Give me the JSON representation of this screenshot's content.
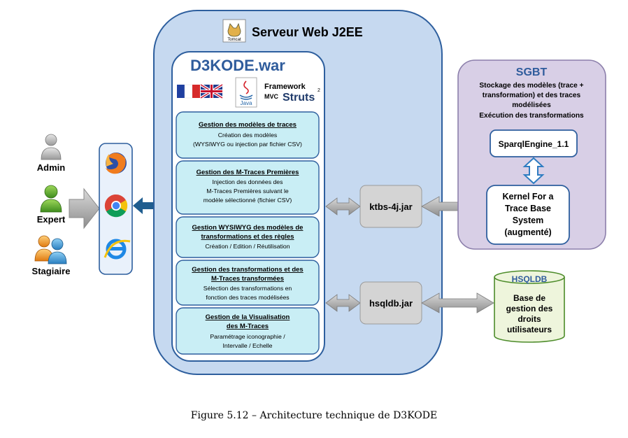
{
  "users": [
    {
      "label": "Admin",
      "icon": "admin-user-icon"
    },
    {
      "label": "Expert",
      "icon": "expert-user-icon"
    },
    {
      "label": "Stagiaire",
      "icon": "stagiaire-users-icon"
    }
  ],
  "browsers": [
    "firefox-icon",
    "chrome-icon",
    "internet-explorer-icon"
  ],
  "server": {
    "title": "Serveur Web J2EE",
    "tomcat_label": "Tomcat",
    "war": {
      "title": "D3KODE.war",
      "java_label": "Java",
      "framework_line1": "Framework",
      "framework_line2": "MVC",
      "struts": "Struts",
      "struts_sup": "2",
      "modules": [
        {
          "title": [
            "Gestion des modèles de traces"
          ],
          "desc": [
            "Création des modèles",
            "(WYSIWYG ou injection par fichier CSV)"
          ]
        },
        {
          "title": [
            "Gestion des M-Traces Premières"
          ],
          "desc": [
            "Injection des données des",
            "M-Traces Premières suivant le",
            "modèle sélectionné (fichier CSV)"
          ]
        },
        {
          "title": [
            "Gestion WYSIWYG des modèles de",
            "transformations et des règles"
          ],
          "desc": [
            "Création / Edition / Réutilisation"
          ]
        },
        {
          "title": [
            "Gestion des transformations et des",
            "M-Traces transformées"
          ],
          "desc": [
            "Sélection des transformations en",
            "fonction des traces modélisées"
          ]
        },
        {
          "title": [
            "Gestion de la Visualisation",
            "des M-Traces"
          ],
          "desc": [
            "Paramétrage iconographie /",
            "Intervalle / Echelle"
          ]
        }
      ]
    }
  },
  "connectors": {
    "ktbs": "ktbs-4j.jar",
    "hsqldb": "hsqldb.jar"
  },
  "sgbt": {
    "title": "SGBT",
    "desc": [
      "Stockage des modèles (trace +",
      "transformation) et des traces",
      "modélisées",
      "Exécution des transformations"
    ],
    "engine": "SparqlEngine_1.1",
    "kernel": [
      "Kernel For a",
      "Trace Base",
      "System",
      "(augmenté)"
    ]
  },
  "database": {
    "title": "HSQLDB",
    "desc": [
      "Base de",
      "gestion des",
      "droits",
      "utilisateurs"
    ]
  },
  "caption": {
    "label": "Figure 5.12",
    "text": "Architecture technique de D3KODE"
  },
  "colors": {
    "server_fill": "#c6d9f0",
    "server_border": "#2e5f9e",
    "module_fill": "#c9eef5",
    "jar_fill": "#d4d4d4",
    "sgbt_fill": "#d8cfe6",
    "db_fill": "#eef5dc",
    "link_blue": "#1f5d8f"
  }
}
